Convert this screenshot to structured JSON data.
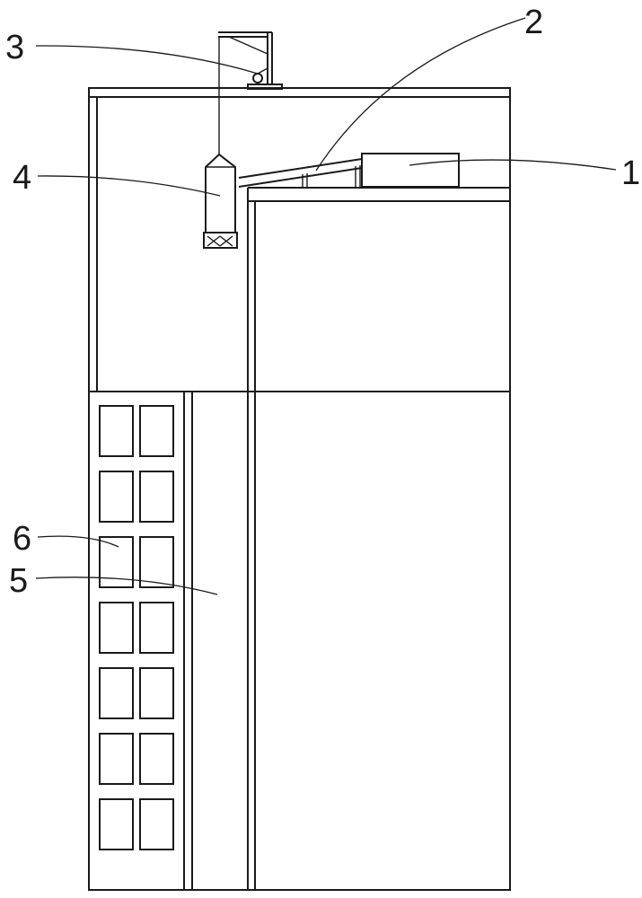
{
  "callouts": {
    "label_1": "1",
    "label_2": "2",
    "label_3": "3",
    "label_4": "4",
    "label_5": "5",
    "label_6": "6"
  },
  "colors": {
    "line": "#1a1a1a",
    "background": "#ffffff"
  }
}
